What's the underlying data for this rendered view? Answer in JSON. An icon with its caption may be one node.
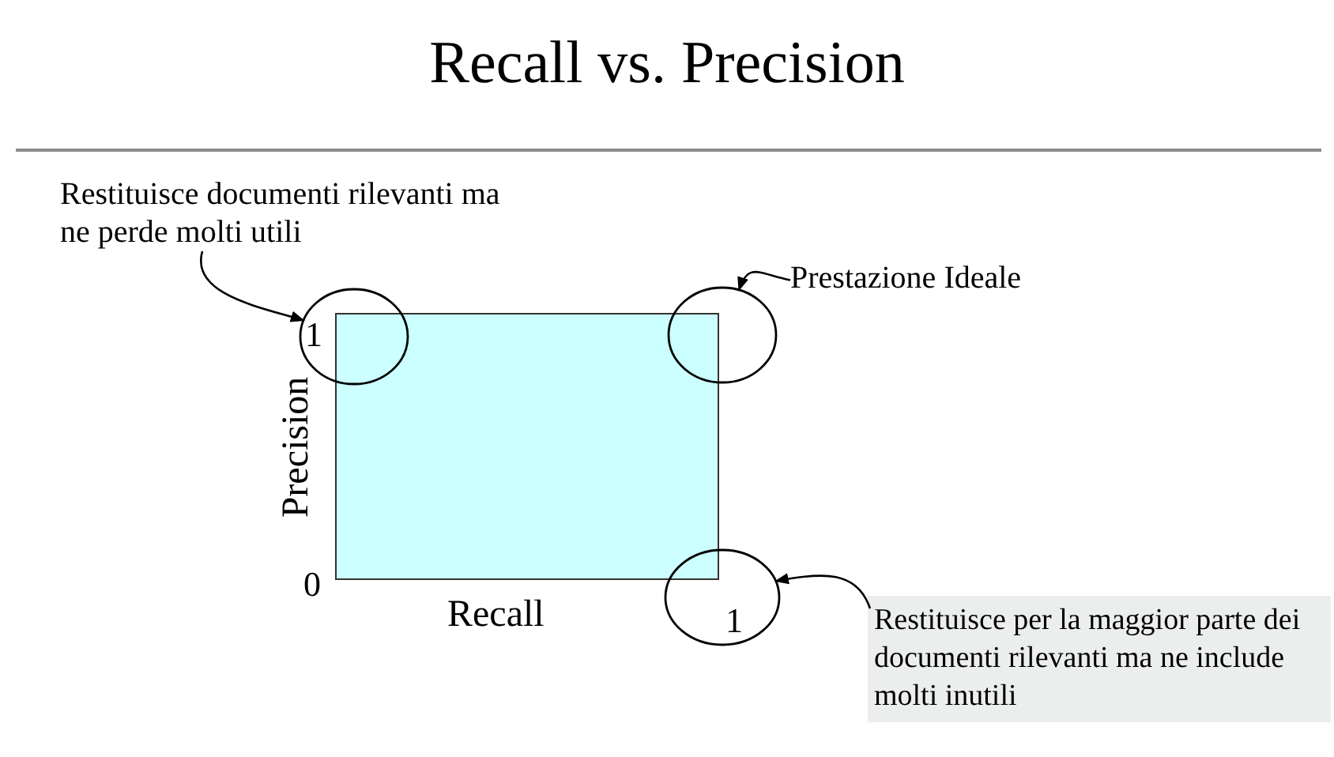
{
  "diagram": {
    "title": "Recall vs. Precision",
    "nodes": [
      {
        "text": [
          "Restituisce documenti rilevanti ma ne perde molti utili"
        ]
      },
      {
        "text": [],
        "shape": "circle"
      },
      {
        "text": [
          "Prestazione Ideale"
        ]
      },
      {
        "text": [],
        "shape": "circle"
      },
      {
        "text": [],
        "shape": "circle"
      },
      {
        "text": [
          "Restituisce per la maggior parte dei documenti rilevanti ma ne include molti inutili"
        ]
      },
      {
        "text": [],
        "shape": "box"
      }
    ],
    "edges": [
      {
        "from": 0,
        "to": 1,
        "arrow": "to"
      },
      {
        "from": 2,
        "to": 3,
        "arrow": "to"
      },
      {
        "from": 5,
        "to": 4,
        "arrow": "to"
      }
    ],
    "labels": [
      "1",
      "Precision",
      "0",
      "Recall",
      "1"
    ]
  }
}
